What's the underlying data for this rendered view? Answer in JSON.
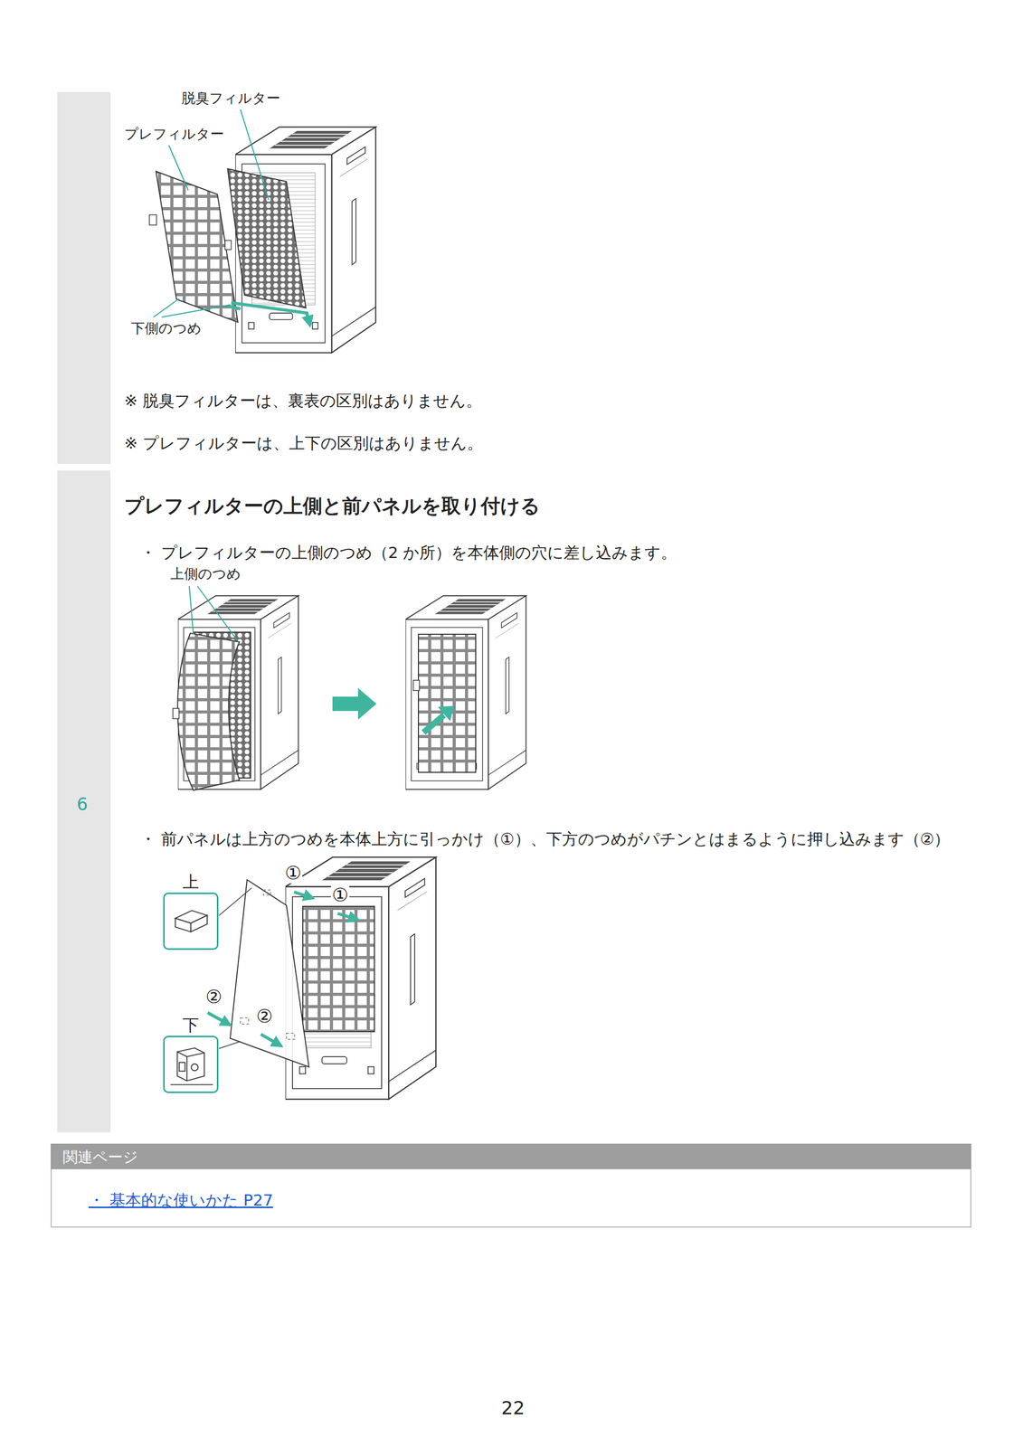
{
  "diagram": {
    "nodes": [
      {
        "text": [
          "※ 脱臭フィルターは、裏表の区別はありません。",
          "※ プレフィルターは、上下の区別はありません。"
        ]
      },
      {
        "text": [
          "6",
          "プレフィルターの上側と前パネルを取り付ける",
          "・ プレフィルターの上側のつめ（2 か所）を本体側の穴に差し込みます。",
          "・ 前パネルは上方のつめを本体上方に引っかけ（①）、下方のつめがパチンとはまるように押し込みます（②）"
        ]
      },
      {
        "text": [
          "上"
        ],
        "in": 1
      },
      {
        "text": [
          "下"
        ],
        "in": 1
      },
      {
        "text": [
          "関連ページ",
          "・ 基本的な使いかた P27"
        ]
      }
    ],
    "labels": [
      "脱臭フィルター",
      "プレフィルター",
      "下側のつめ",
      "上側のつめ",
      "①",
      "①",
      "②",
      "②",
      "22"
    ]
  }
}
